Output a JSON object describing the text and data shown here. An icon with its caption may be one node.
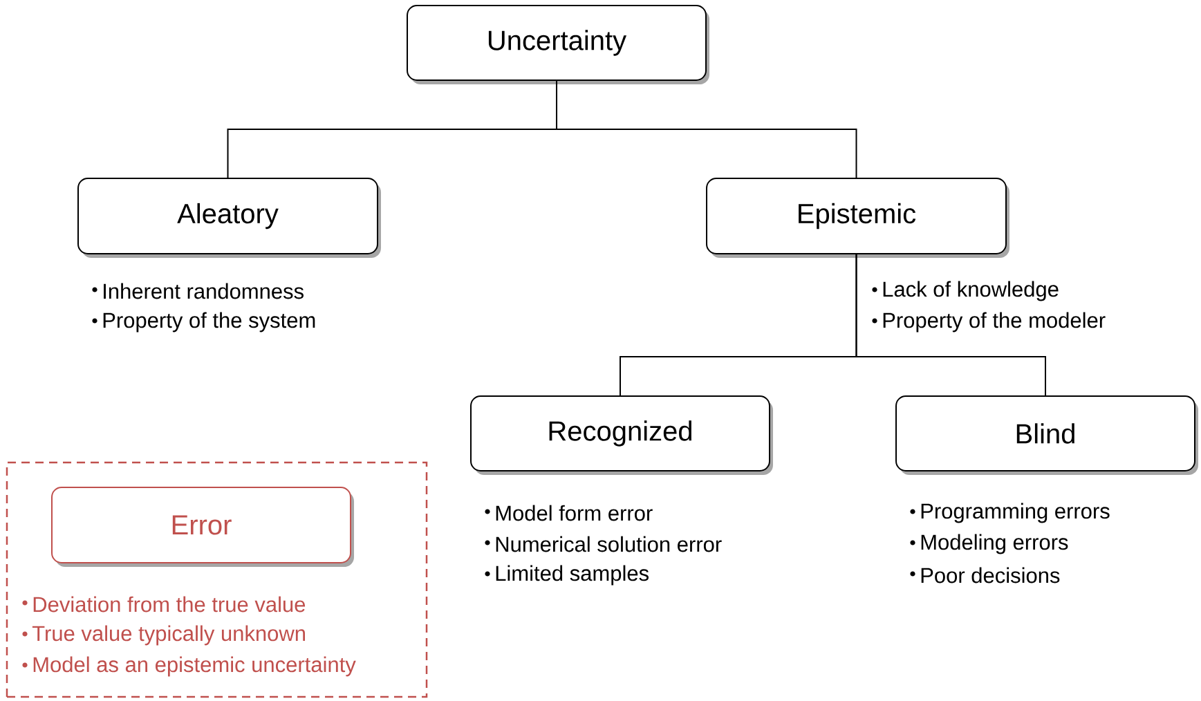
{
  "diagram": {
    "nodes": [
      {
        "text": [
          "Uncertainty"
        ]
      },
      {
        "text": [
          "Aleatory"
        ],
        "beside": [
          "Inherent randomness",
          "Property of the system"
        ]
      },
      {
        "text": [
          "Epistemic"
        ],
        "beside": [
          "Lack of knowledge",
          "Property of the modeler"
        ]
      },
      {
        "text": [
          "Recognized"
        ],
        "beside": [
          "Model form error",
          "Numerical solution error",
          "Limited samples"
        ]
      },
      {
        "text": [
          "Blind"
        ],
        "beside": [
          "Programming errors",
          "Modeling errors",
          "Poor decisions"
        ]
      },
      {
        "text": [
          "Deviation from the true value",
          "True value typically unknown",
          "Model as an epistemic uncertainty"
        ]
      },
      {
        "text": [
          "Error"
        ],
        "in": 5
      }
    ],
    "edges": [
      {
        "from": 0,
        "to": 1,
        "arrow": "none"
      },
      {
        "from": 0,
        "to": 2,
        "arrow": "none"
      },
      {
        "from": 2,
        "to": 3,
        "arrow": "none"
      },
      {
        "from": 2,
        "to": 4,
        "arrow": "none"
      }
    ]
  }
}
